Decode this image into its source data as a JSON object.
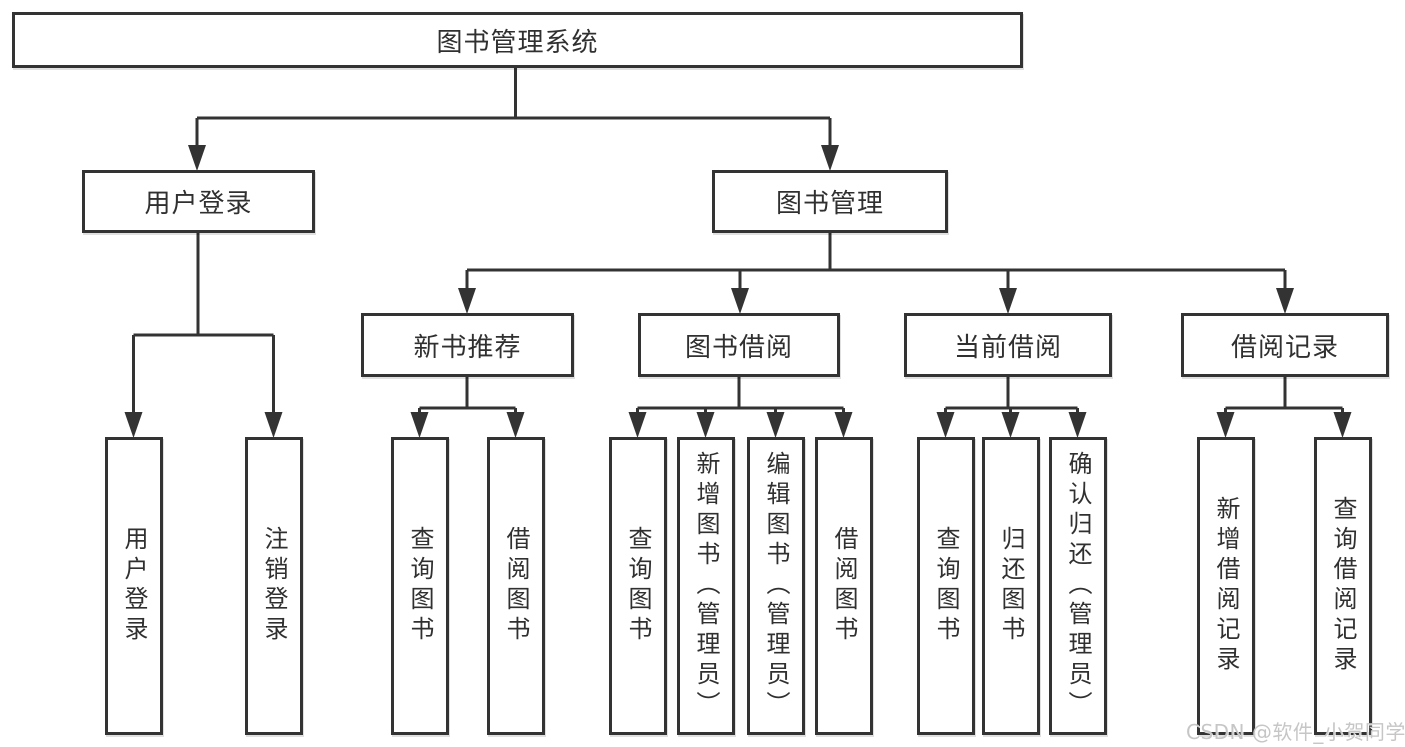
{
  "diagram": {
    "root": {
      "label": "图书管理系统"
    },
    "level2": [
      {
        "id": "user-login",
        "label": "用户登录",
        "parent": "图书管理系统"
      },
      {
        "id": "book-management",
        "label": "图书管理",
        "parent": "图书管理系统"
      }
    ],
    "level3": [
      {
        "id": "new-book-recommend",
        "label": "新书推荐",
        "parent": "图书管理"
      },
      {
        "id": "book-borrow",
        "label": "图书借阅",
        "parent": "图书管理"
      },
      {
        "id": "current-borrow",
        "label": "当前借阅",
        "parent": "图书管理"
      },
      {
        "id": "borrow-record",
        "label": "借阅记录",
        "parent": "图书管理"
      }
    ],
    "leaves": [
      {
        "label": "用户登录",
        "parent": "用户登录"
      },
      {
        "label": "注销登录",
        "parent": "用户登录"
      },
      {
        "label": "查询图书",
        "parent": "新书推荐"
      },
      {
        "label": "借阅图书",
        "parent": "新书推荐"
      },
      {
        "label": "查询图书",
        "parent": "图书借阅"
      },
      {
        "label": "新增图书（管理员）",
        "parent": "图书借阅"
      },
      {
        "label": "编辑图书（管理员）",
        "parent": "图书借阅"
      },
      {
        "label": "借阅图书",
        "parent": "图书借阅"
      },
      {
        "label": "查询图书",
        "parent": "当前借阅"
      },
      {
        "label": "归还图书",
        "parent": "当前借阅"
      },
      {
        "label": "确认归还（管理员）",
        "parent": "当前借阅"
      },
      {
        "label": "新增借阅记录",
        "parent": "借阅记录"
      },
      {
        "label": "查询借阅记录",
        "parent": "借阅记录"
      }
    ]
  },
  "watermark": {
    "text": "CSDN @软件_小贺同学"
  },
  "colors": {
    "line": "#333333",
    "border": "#333333",
    "text": "#303030",
    "watermark": "#c6c6c6",
    "background": "#ffffff"
  }
}
